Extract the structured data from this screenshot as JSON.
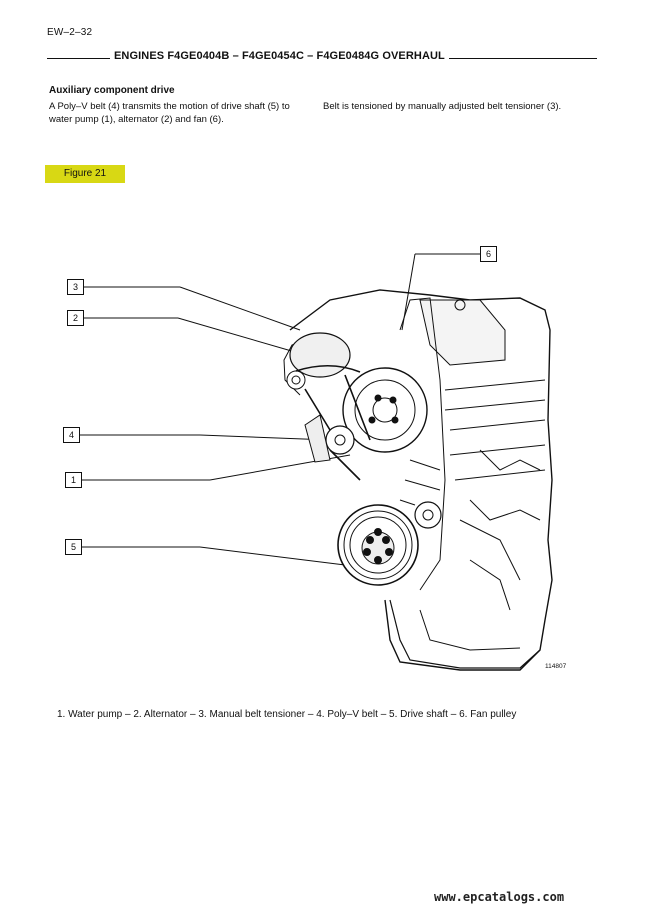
{
  "header": {
    "page_code": "EW–2–32",
    "title": "ENGINES F4GE0404B – F4GE0454C – F4GE0484G OVERHAUL"
  },
  "section": {
    "heading": "Auxiliary component drive",
    "para_left": "A Poly–V belt (4) transmits the motion of drive shaft (5) to water pump (1), alternator (2) and fan (6).",
    "para_right": "Belt is tensioned by manually adjusted belt tensioner (3)."
  },
  "figure": {
    "label": "Figure 21",
    "image_code": "114807",
    "callouts": [
      "3",
      "2",
      "4",
      "1",
      "5",
      "6"
    ],
    "caption": "1. Water pump – 2. Alternator – 3. Manual belt tensioner – 4. Poly–V belt – 5. Drive shaft – 6. Fan pulley",
    "label_color": "#d8d814"
  },
  "footer": {
    "watermark": "www.epcatalogs.com"
  }
}
